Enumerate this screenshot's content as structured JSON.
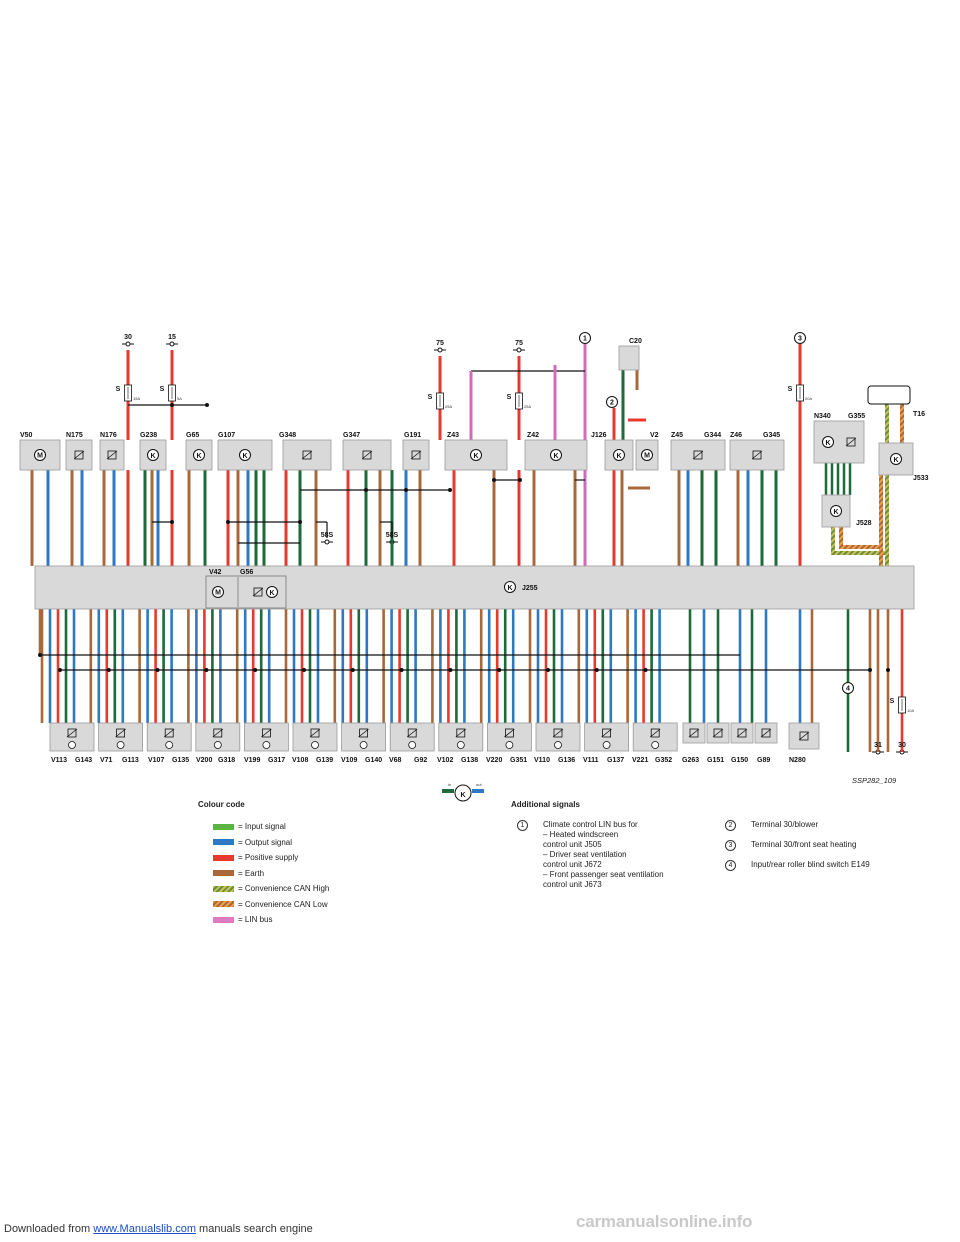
{
  "header": {
    "download_prefix": "Downloaded from ",
    "download_link": "www.Manualslib.com",
    "download_suffix": " manuals search engine"
  },
  "watermark": "carmanualsonline.info",
  "diagram": {
    "caption": "SSP282_109",
    "control_unit": "J255",
    "top_components": [
      "V50",
      "N175",
      "N176",
      "G238",
      "G65",
      "G107",
      "G348",
      "G347",
      "G191",
      "Z43",
      "Z42",
      "J126",
      "V2",
      "C20",
      "Z45",
      "G344",
      "Z46",
      "G345",
      "N340",
      "G355",
      "T16",
      "J533",
      "J528"
    ],
    "inner_components": [
      "V42",
      "G56"
    ],
    "terminals": [
      "30",
      "15",
      "75",
      "75",
      "58S",
      "58S",
      "31",
      "30"
    ],
    "fuse_label": "S",
    "fuse_ratings": [
      "15A",
      "5A",
      "25A",
      "25A",
      "20A",
      "10A"
    ],
    "bottom_components": [
      "V113",
      "G143",
      "V71",
      "G113",
      "V107",
      "G135",
      "V200",
      "G318",
      "V199",
      "G317",
      "V108",
      "G139",
      "V109",
      "G140",
      "V68",
      "G92",
      "V102",
      "G138",
      "V220",
      "G351",
      "V110",
      "G136",
      "V111",
      "G137",
      "V221",
      "G352",
      "G263",
      "G151",
      "G150",
      "G89",
      "N280"
    ],
    "signal_markers": [
      "1",
      "2",
      "3",
      "4"
    ],
    "in_label": "in",
    "out_label": "out",
    "motor_symbol": "M",
    "unit_symbol": "K"
  },
  "colour_code": {
    "title": "Colour code",
    "items": [
      {
        "label": "= Input signal",
        "color": "#5bb441"
      },
      {
        "label": "= Output signal",
        "color": "#2f78c3"
      },
      {
        "label": "= Positive supply",
        "color": "#e8392e"
      },
      {
        "label": "= Earth",
        "color": "#a8683a"
      },
      {
        "label": "= Convenience CAN High",
        "color": "#c9c25a"
      },
      {
        "label": "= Convenience CAN Low",
        "color": "#f0a04a"
      },
      {
        "label": "= LIN bus",
        "color": "#e07bc3"
      }
    ]
  },
  "additional_signals": {
    "title": "Additional signals",
    "items": [
      {
        "num": "1",
        "text": "Climate control LIN bus for\n– Heated windscreen\n   control unit J505\n– Driver seat ventilation\n   control unit J672\n– Front passenger seat ventilation\n   control unit J673"
      },
      {
        "num": "2",
        "text": "Terminal 30/blower"
      },
      {
        "num": "3",
        "text": "Terminal 30/front seat heating"
      },
      {
        "num": "4",
        "text": "Input/rear roller blind switch E149"
      }
    ]
  },
  "wire_colors": {
    "earth": "#a8683a",
    "output": "#2f78c3",
    "positive": "#e8392e",
    "input": "#1d6a3a",
    "lin": "#d56bb8",
    "can_high": "#b8b04a",
    "can_low": "#e8963e"
  }
}
